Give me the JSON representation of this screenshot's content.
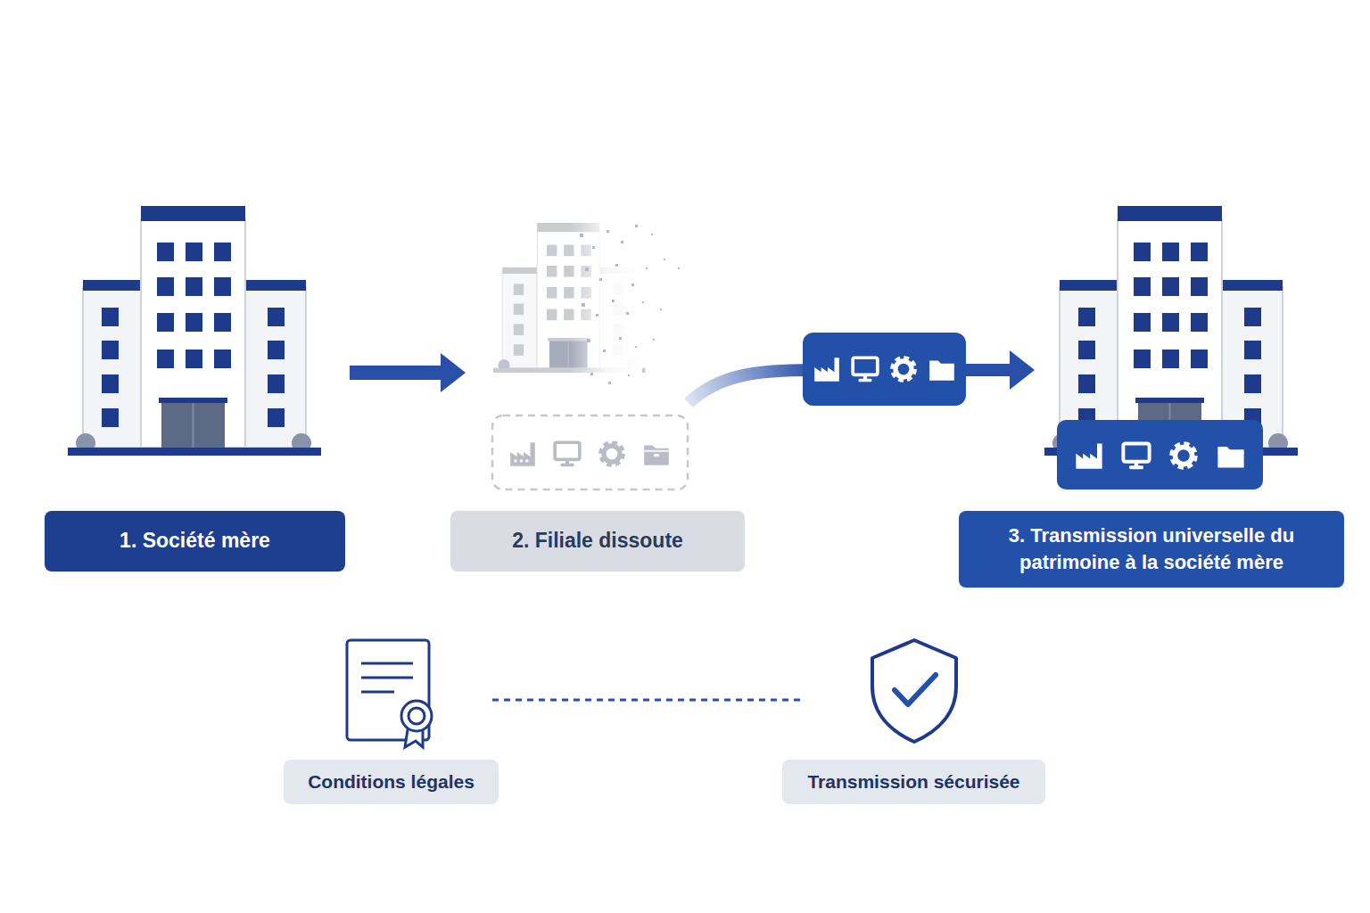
{
  "diagram": {
    "nodes": [
      {
        "text": [
          "1. Société mère"
        ]
      },
      {
        "text": [
          "2. Filiale dissoute"
        ]
      },
      {
        "text": [
          "3. Transmission universelle du patrimoine à la société mère"
        ]
      },
      {
        "text": [
          "Conditions légales"
        ]
      },
      {
        "text": [
          "Transmission sécurisée"
        ]
      }
    ],
    "edges": [
      {
        "from": 0,
        "to": 1,
        "arrow": "to"
      },
      {
        "from": 1,
        "to": 2,
        "arrow": "to"
      }
    ]
  }
}
